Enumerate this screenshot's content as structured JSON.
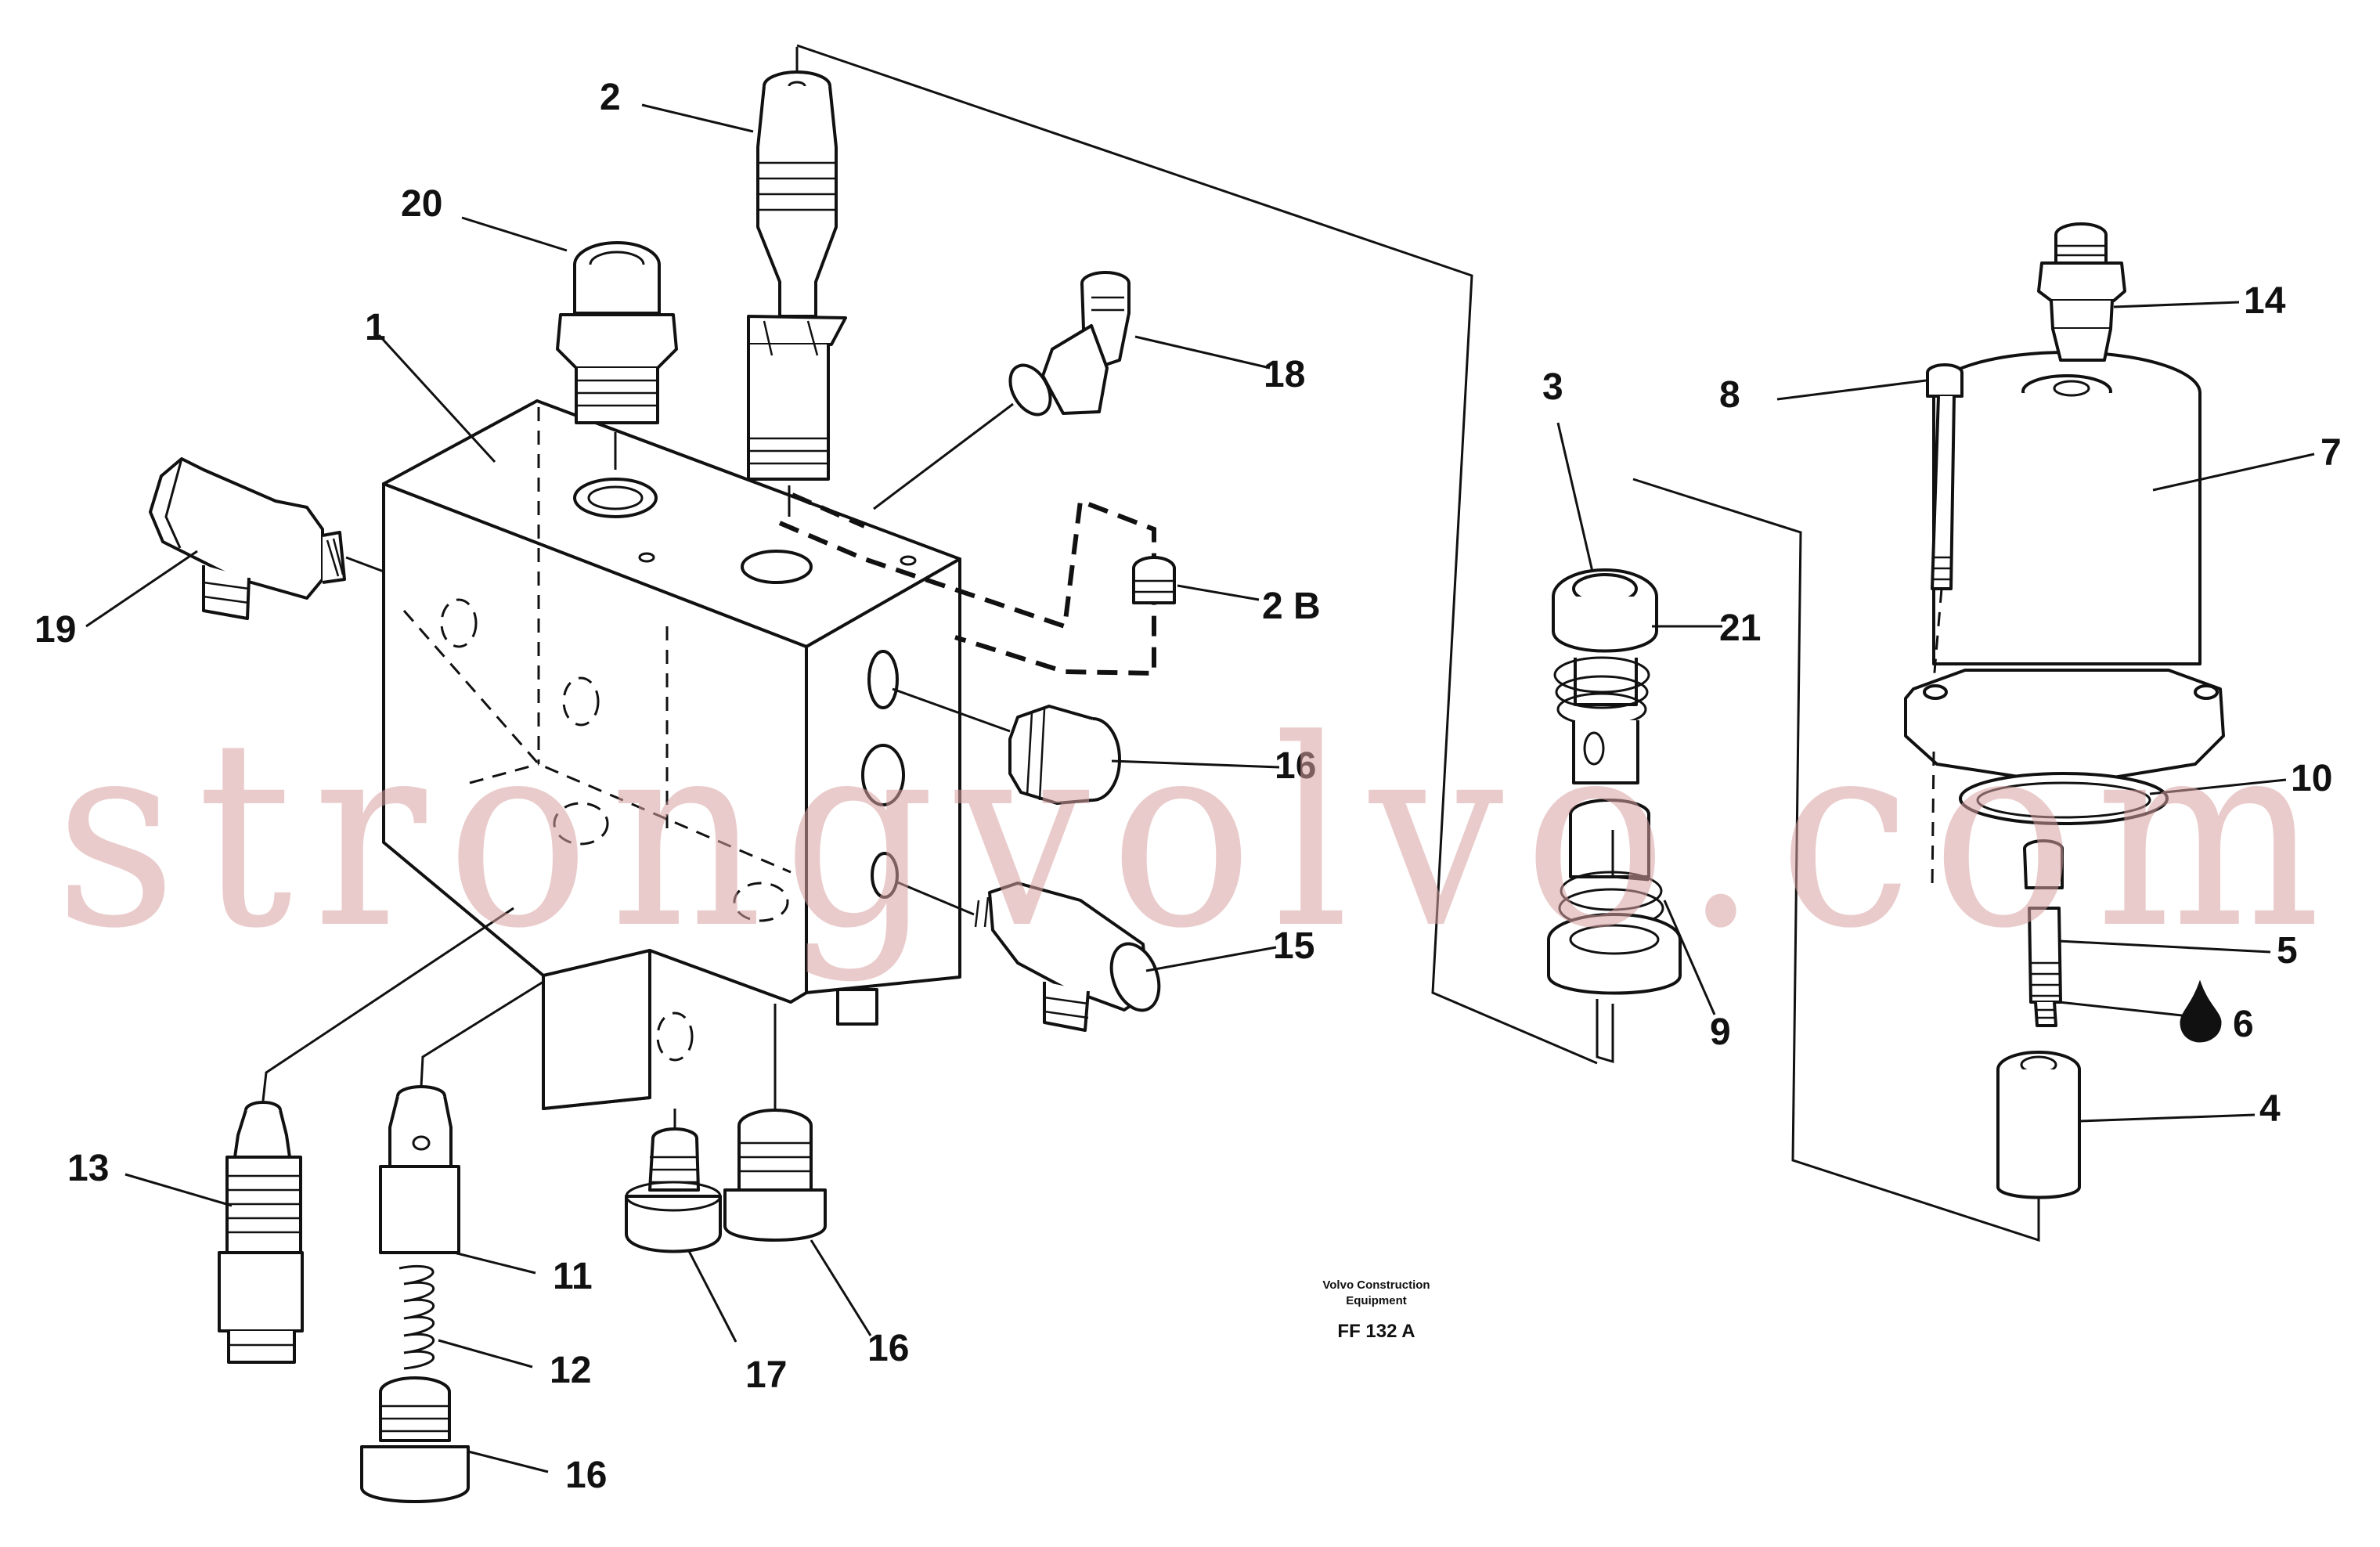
{
  "diagram": {
    "callouts": [
      {
        "id": "c1",
        "text": "1"
      },
      {
        "id": "c2",
        "text": "2"
      },
      {
        "id": "c2b",
        "text": "2 B"
      },
      {
        "id": "c3",
        "text": "3"
      },
      {
        "id": "c4",
        "text": "4"
      },
      {
        "id": "c5",
        "text": "5"
      },
      {
        "id": "c6",
        "text": "6"
      },
      {
        "id": "c7",
        "text": "7"
      },
      {
        "id": "c8",
        "text": "8"
      },
      {
        "id": "c9",
        "text": "9"
      },
      {
        "id": "c10",
        "text": "10"
      },
      {
        "id": "c11",
        "text": "11"
      },
      {
        "id": "c12",
        "text": "12"
      },
      {
        "id": "c13",
        "text": "13"
      },
      {
        "id": "c14",
        "text": "14"
      },
      {
        "id": "c15",
        "text": "15"
      },
      {
        "id": "c16a",
        "text": "16"
      },
      {
        "id": "c16b",
        "text": "16"
      },
      {
        "id": "c16c",
        "text": "16"
      },
      {
        "id": "c17",
        "text": "17"
      },
      {
        "id": "c18",
        "text": "18"
      },
      {
        "id": "c19",
        "text": "19"
      },
      {
        "id": "c20",
        "text": "20"
      },
      {
        "id": "c21",
        "text": "21"
      }
    ],
    "caption": {
      "line1": "Volvo Construction",
      "line2": "Equipment",
      "code": "FF 132 A"
    },
    "watermark": "strongvolvo.com",
    "watermark_color": "#d9a0a0",
    "line_color": "#111111"
  }
}
